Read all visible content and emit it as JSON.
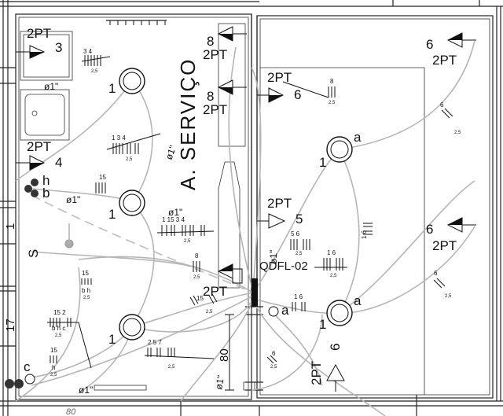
{
  "room": {
    "name": "A. SERVIÇO"
  },
  "outlets": {
    "kitchen_top": {
      "circuit": "3",
      "type": "2PT"
    },
    "kitchen_mid": {
      "circuit": "4",
      "type": "2PT"
    },
    "service_top": {
      "circuit": "8",
      "type": "2PT"
    },
    "service_mid": {
      "circuit": "8",
      "type": "2PT"
    },
    "hall_a": {
      "circuit": "6",
      "type": "2PT"
    },
    "hall_b": {
      "circuit": "5",
      "type": "2PT"
    },
    "right_top": {
      "circuit": "6",
      "type": "2PT"
    },
    "right_mid": {
      "circuit": "6",
      "type": "2PT"
    },
    "panel_near": {
      "type": "2PT"
    },
    "bottom_door": {
      "circuit": "6",
      "type": "2PT"
    }
  },
  "lamps": [
    {
      "circuit": "1",
      "switch": ""
    },
    {
      "circuit": "1",
      "switch": ""
    },
    {
      "circuit": "1",
      "switch": ""
    },
    {
      "circuit": "1",
      "switch": "a"
    },
    {
      "circuit": "1",
      "switch": "a"
    }
  ],
  "switches": {
    "h": "h",
    "b": "b",
    "c": "c",
    "a": "a"
  },
  "panel": {
    "label": "QDFL-02"
  },
  "conduits": {
    "d1": "ø1\"",
    "d2": "ø1\"",
    "d3": "ø1\"",
    "d4": "ø1\"",
    "d5": "ø1\"",
    "d6": "ø1\"",
    "d7": "ø1\""
  },
  "wire_labels": {
    "w1": "3  4",
    "w2": "1  3  4",
    "w3": "15",
    "w4": "1  15  3  4",
    "w5": "5  6",
    "w6": "8",
    "w7": "8",
    "w8": "1  6",
    "w9": "15",
    "w10": "15  2",
    "w11": "15",
    "w12": "2  5  7",
    "w13": "1  6",
    "w14": "1  6",
    "w15": "6",
    "w16": "6",
    "w17": "6",
    "w18": "15"
  },
  "wire_sub": {
    "bh": "b h",
    "bhc": "b h c",
    "h": "h",
    "gauge": "2,5"
  },
  "dims": {
    "height": "80",
    "bottom": "80"
  },
  "side_labels": {
    "one": "1",
    "s": "S",
    "seventeen": "17"
  }
}
